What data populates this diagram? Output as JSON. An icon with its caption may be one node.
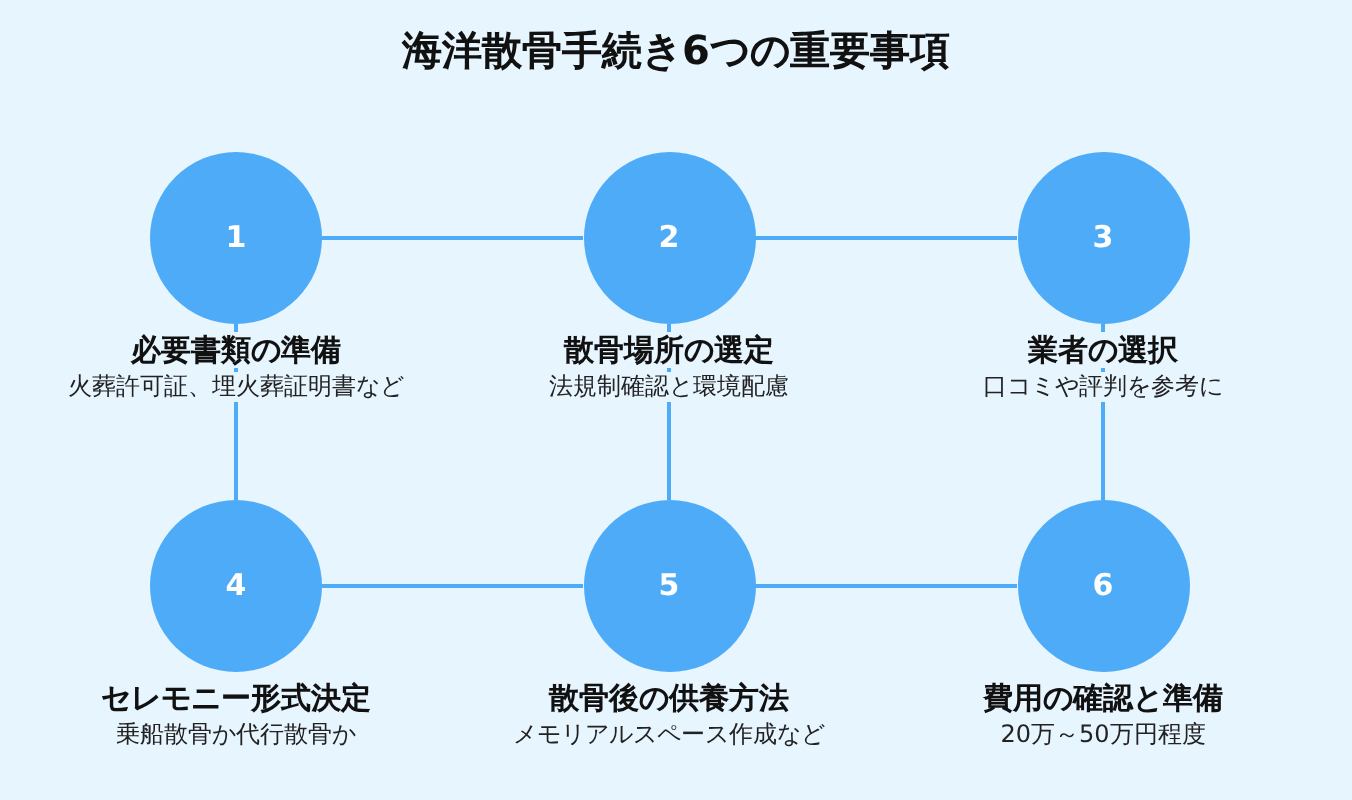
{
  "diagram": {
    "title": "海洋散骨手続き6つの重要事項",
    "nodes": [
      {
        "text": [
          "1",
          "必要書類の準備",
          "火葬許可証、埋火葬証明書など"
        ]
      },
      {
        "text": [
          "2",
          "散骨場所の選定",
          "法規制確認と環境配慮"
        ]
      },
      {
        "text": [
          "3",
          "業者の選択",
          "口コミや評判を参考に"
        ]
      },
      {
        "text": [
          "4",
          "セレモニー形式決定",
          "乗船散骨か代行散骨か"
        ]
      },
      {
        "text": [
          "5",
          "散骨後の供養方法",
          "メモリアルスペース作成など"
        ]
      },
      {
        "text": [
          "6",
          "費用の確認と準備",
          "20万～50万円程度"
        ]
      }
    ],
    "edges": [
      {
        "from": 0,
        "to": 1,
        "arrow": "none"
      },
      {
        "from": 1,
        "to": 2,
        "arrow": "none"
      },
      {
        "from": 0,
        "to": 3,
        "arrow": "none"
      },
      {
        "from": 1,
        "to": 4,
        "arrow": "none"
      },
      {
        "from": 2,
        "to": 5,
        "arrow": "none"
      },
      {
        "from": 3,
        "to": 4,
        "arrow": "none"
      },
      {
        "from": 4,
        "to": 5,
        "arrow": "none"
      }
    ]
  }
}
